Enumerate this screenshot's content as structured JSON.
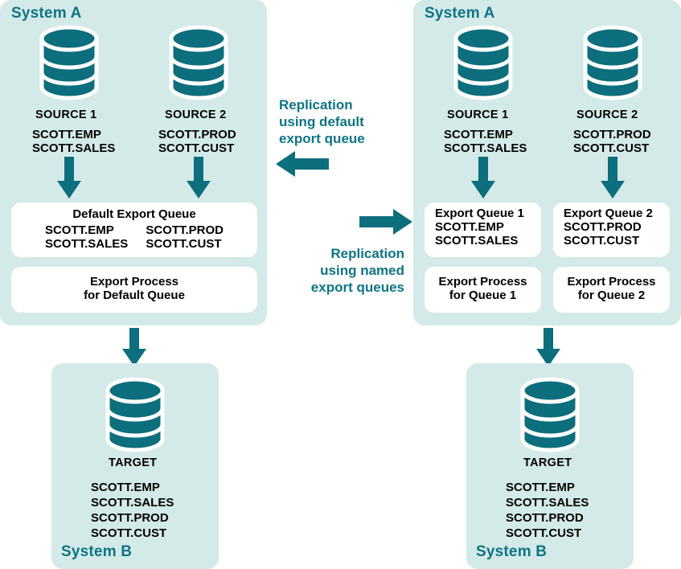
{
  "diagram": {
    "teal": "#0d6e7d",
    "panel_bg": "#d3eae8",
    "title_color": "#0e7484"
  },
  "left_flow": {
    "system_a": {
      "title": "System A",
      "sources": [
        {
          "name": "SOURCE 1",
          "tables": "SCOTT.EMP\nSCOTT.SALES",
          "icon": "database-cylinder-icon"
        },
        {
          "name": "SOURCE 2",
          "tables": "SCOTT.PROD\nSCOTT.CUST",
          "icon": "database-cylinder-icon"
        }
      ],
      "queue_box": {
        "title": "Default Export Queue",
        "column_1": "SCOTT.EMP\nSCOTT.SALES",
        "column_2": "SCOTT.PROD\nSCOTT.CUST"
      },
      "process_box": {
        "line_1": "Export Process",
        "line_2": "for Default Queue"
      }
    },
    "system_b": {
      "title": "System B",
      "target": {
        "name": "TARGET",
        "icon": "database-cylinder-icon",
        "tables": "SCOTT.EMP\nSCOTT.SALES\nSCOTT.PROD\nSCOTT.CUST"
      }
    }
  },
  "right_flow": {
    "system_a": {
      "title": "System A",
      "sources": [
        {
          "name": "SOURCE 1",
          "tables": "SCOTT.EMP\nSCOTT.SALES",
          "icon": "database-cylinder-icon"
        },
        {
          "name": "SOURCE 2",
          "tables": "SCOTT.PROD\nSCOTT.CUST",
          "icon": "database-cylinder-icon"
        }
      ],
      "queue_boxes": [
        {
          "title": "Export Queue 1",
          "tables": "SCOTT.EMP\nSCOTT.SALES"
        },
        {
          "title": "Export Queue 2",
          "tables": "SCOTT.PROD\nSCOTT.CUST"
        }
      ],
      "process_boxes": [
        {
          "line_1": "Export Process",
          "line_2": "for Queue 1"
        },
        {
          "line_1": "Export Process",
          "line_2": "for Queue 2"
        }
      ]
    },
    "system_b": {
      "title": "System B",
      "target": {
        "name": "TARGET",
        "icon": "database-cylinder-icon",
        "tables": "SCOTT.EMP\nSCOTT.SALES\nSCOTT.PROD\nSCOTT.CUST"
      }
    }
  },
  "center": {
    "caption_default": "Replication\nusing default\nexport queue",
    "caption_named": "Replication\nusing named\nexport queues",
    "arrow_left": "arrow-left-icon",
    "arrow_right": "arrow-right-icon"
  }
}
